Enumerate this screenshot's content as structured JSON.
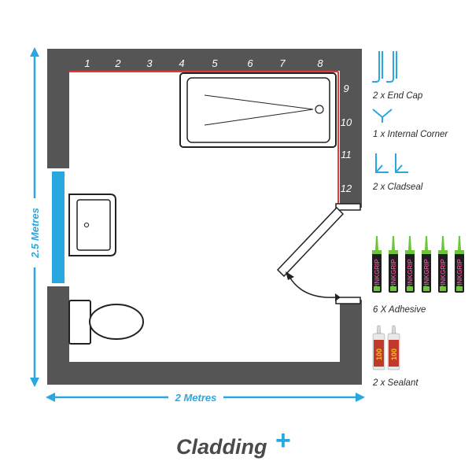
{
  "panels": [
    "1",
    "2",
    "3",
    "4",
    "5",
    "6",
    "7",
    "8",
    "9",
    "10",
    "11",
    "12"
  ],
  "items": {
    "end_cap": "2 x End Cap",
    "internal_corner": "1 x Internal Corner",
    "cladseal": "2 x Cladseal",
    "adhesive": "6 X Adhesive",
    "sealant": "2 x Sealant"
  },
  "dimensions": {
    "height": "2.5 Metres",
    "width": "2 Metres"
  },
  "brand": {
    "name": "Cladding",
    "mark": "+"
  },
  "adhesive_tube_text": "PINKGRIP",
  "sealant_tube_text": "100",
  "colors": {
    "wall": "#555555",
    "accent": "#29a8e0",
    "panel_edge": "#e53935",
    "adhesive_cap": "#6ec43a",
    "sealant_body": "#c0392b"
  }
}
